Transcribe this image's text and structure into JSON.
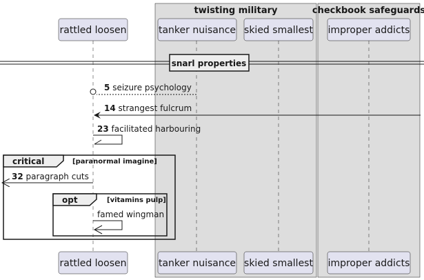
{
  "groups": [
    {
      "title": "twisting military"
    },
    {
      "title": "checkbook safeguards"
    }
  ],
  "participants": [
    {
      "name": "rattled loosen"
    },
    {
      "name": "tanker nuisance"
    },
    {
      "name": "skied smallest"
    },
    {
      "name": "improper addicts"
    }
  ],
  "divider": {
    "label": "snarl properties"
  },
  "messages": [
    {
      "number": "5",
      "text": "seizure psychology"
    },
    {
      "number": "14",
      "text": "strangest fulcrum"
    },
    {
      "number": "23",
      "text": "facilitated harbouring"
    },
    {
      "number": "32",
      "text": "paragraph cuts"
    },
    {
      "number": "",
      "text": "famed wingman"
    }
  ],
  "fragments": {
    "critical": {
      "keyword": "critical",
      "guard": "[paranormal imagine]"
    },
    "opt": {
      "keyword": "opt",
      "guard": "[vitamins pulp]"
    }
  }
}
